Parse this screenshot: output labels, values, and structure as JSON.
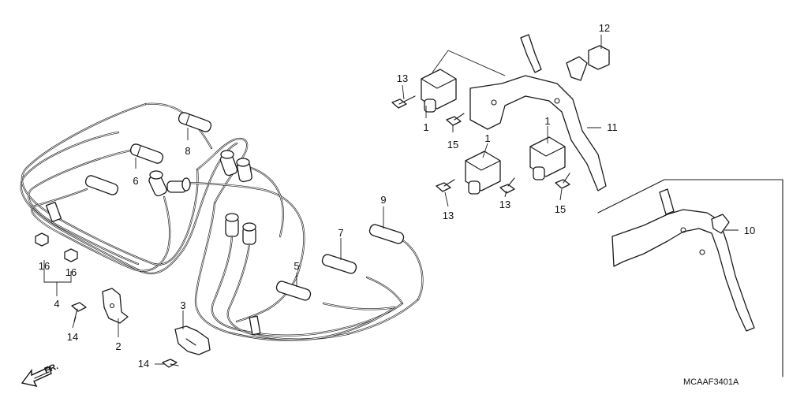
{
  "callouts": {
    "c1a": "1",
    "c1b": "1",
    "c1c": "1",
    "c2": "2",
    "c3": "3",
    "c4": "4",
    "c5": "5",
    "c6": "6",
    "c7": "7",
    "c8": "8",
    "c9": "9",
    "c10": "10",
    "c11": "11",
    "c12": "12",
    "c13a": "13",
    "c13b": "13",
    "c13c": "13",
    "c14a": "14",
    "c14b": "14",
    "c15a": "15",
    "c15b": "15",
    "c16a": "16",
    "c16b": "16"
  },
  "direction_label": "FR.",
  "diagram_code": "MCAAF3401A"
}
